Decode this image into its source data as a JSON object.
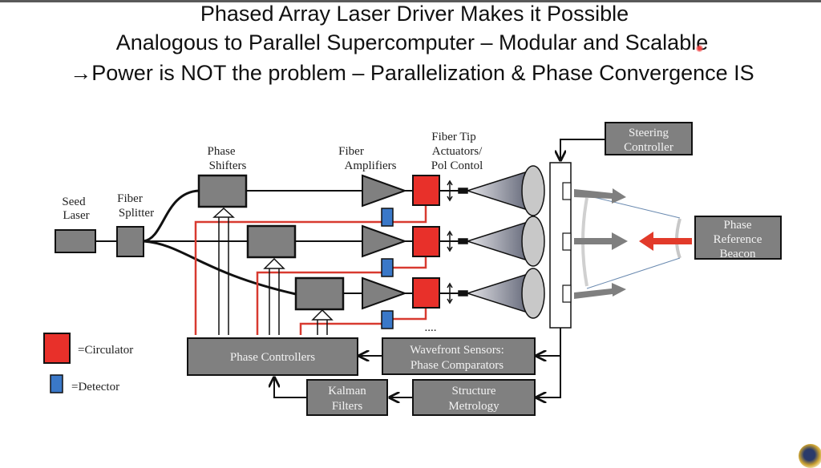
{
  "slide": {
    "title_lines": [
      "Phased Array Laser Driver Makes it Possible",
      "Analogous to Parallel Supercomputer – Modular and Scalable",
      "→Power is NOT the problem – Parallelization & Phase Convergence IS"
    ]
  },
  "diagram": {
    "labels": {
      "seed_laser": [
        "Seed",
        "Laser"
      ],
      "fiber_splitter": [
        "Fiber",
        "Splitter"
      ],
      "phase_shifters": [
        "Phase",
        "Shifters"
      ],
      "fiber_amplifiers": [
        "Fiber",
        "Amplifiers"
      ],
      "fiber_tip": [
        "Fiber Tip",
        "Actuators/",
        "Pol Contol"
      ],
      "steering_controller": [
        "Steering",
        "Controller"
      ],
      "phase_reference_beacon": [
        "Phase",
        "Reference",
        "Beacon"
      ],
      "phase_controllers": "Phase Controllers",
      "wavefront_sensors": [
        "Wavefront Sensors:",
        "Phase Comparators"
      ],
      "kalman_filters": [
        "Kalman",
        "Filters"
      ],
      "structure_metrology": [
        "Structure",
        "Metrology"
      ],
      "ellipsis": "...."
    },
    "legend": [
      {
        "symbol": "circulator",
        "label": "=Circulator",
        "color": "#e8302a"
      },
      {
        "symbol": "detector",
        "label": "=Detector",
        "color": "#3a78c8"
      }
    ],
    "colors": {
      "block_gray": "#808080",
      "circulator_red": "#e8302a",
      "detector_blue": "#3a78c8",
      "feedback_red": "#d83a30",
      "beam_gray": "#7f7f7f",
      "beacon_arrow_red": "#e23a2a"
    }
  }
}
